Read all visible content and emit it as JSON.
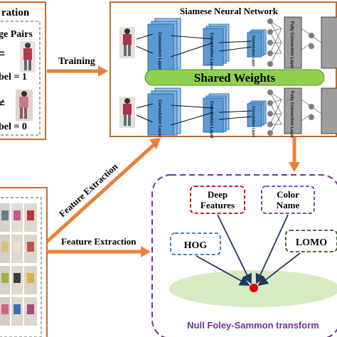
{
  "top_left_panel": {
    "title": "ration",
    "pairs_label": "ge Pairs",
    "equals_sign": "=",
    "not_equals_sign": "≠",
    "label_one": "bel = 1",
    "label_zero": "bel = 0"
  },
  "arrows": {
    "training": "Training",
    "feature_extraction_diagonal": "Feature Extraction",
    "feature_extraction_horizontal": "Feature Extraction"
  },
  "siamese": {
    "title": "Siamese Neural Network",
    "shared_weights": "Shared Weights",
    "layer_conv": "Convolution Layer",
    "layer_conv2": "Convolution Layer",
    "layer_conv3": "Convolution Layer",
    "layer_fc": "Fully Connection Layer",
    "layer_fc2": "Fully Connection Layer"
  },
  "features": {
    "deep": "Deep Features",
    "color": "Color Name",
    "hog": "HOG",
    "lomo": "LOMO",
    "transform": "Null Foley-Sammon transform"
  },
  "colors": {
    "orange_border": "#c46a2c",
    "arrow_orange": "#e8813a",
    "layer_blue": "#5b9bd5",
    "layer_blue_dark": "#2e6ea8",
    "shared_green": "#8fd14f",
    "purple_dash": "#7030a0",
    "red_dash": "#c00000",
    "blue_dash": "#2e75b6",
    "green_dash": "#375623",
    "ellipse_green": "#d5ecc2",
    "node_gray": "#7f7f7f"
  }
}
